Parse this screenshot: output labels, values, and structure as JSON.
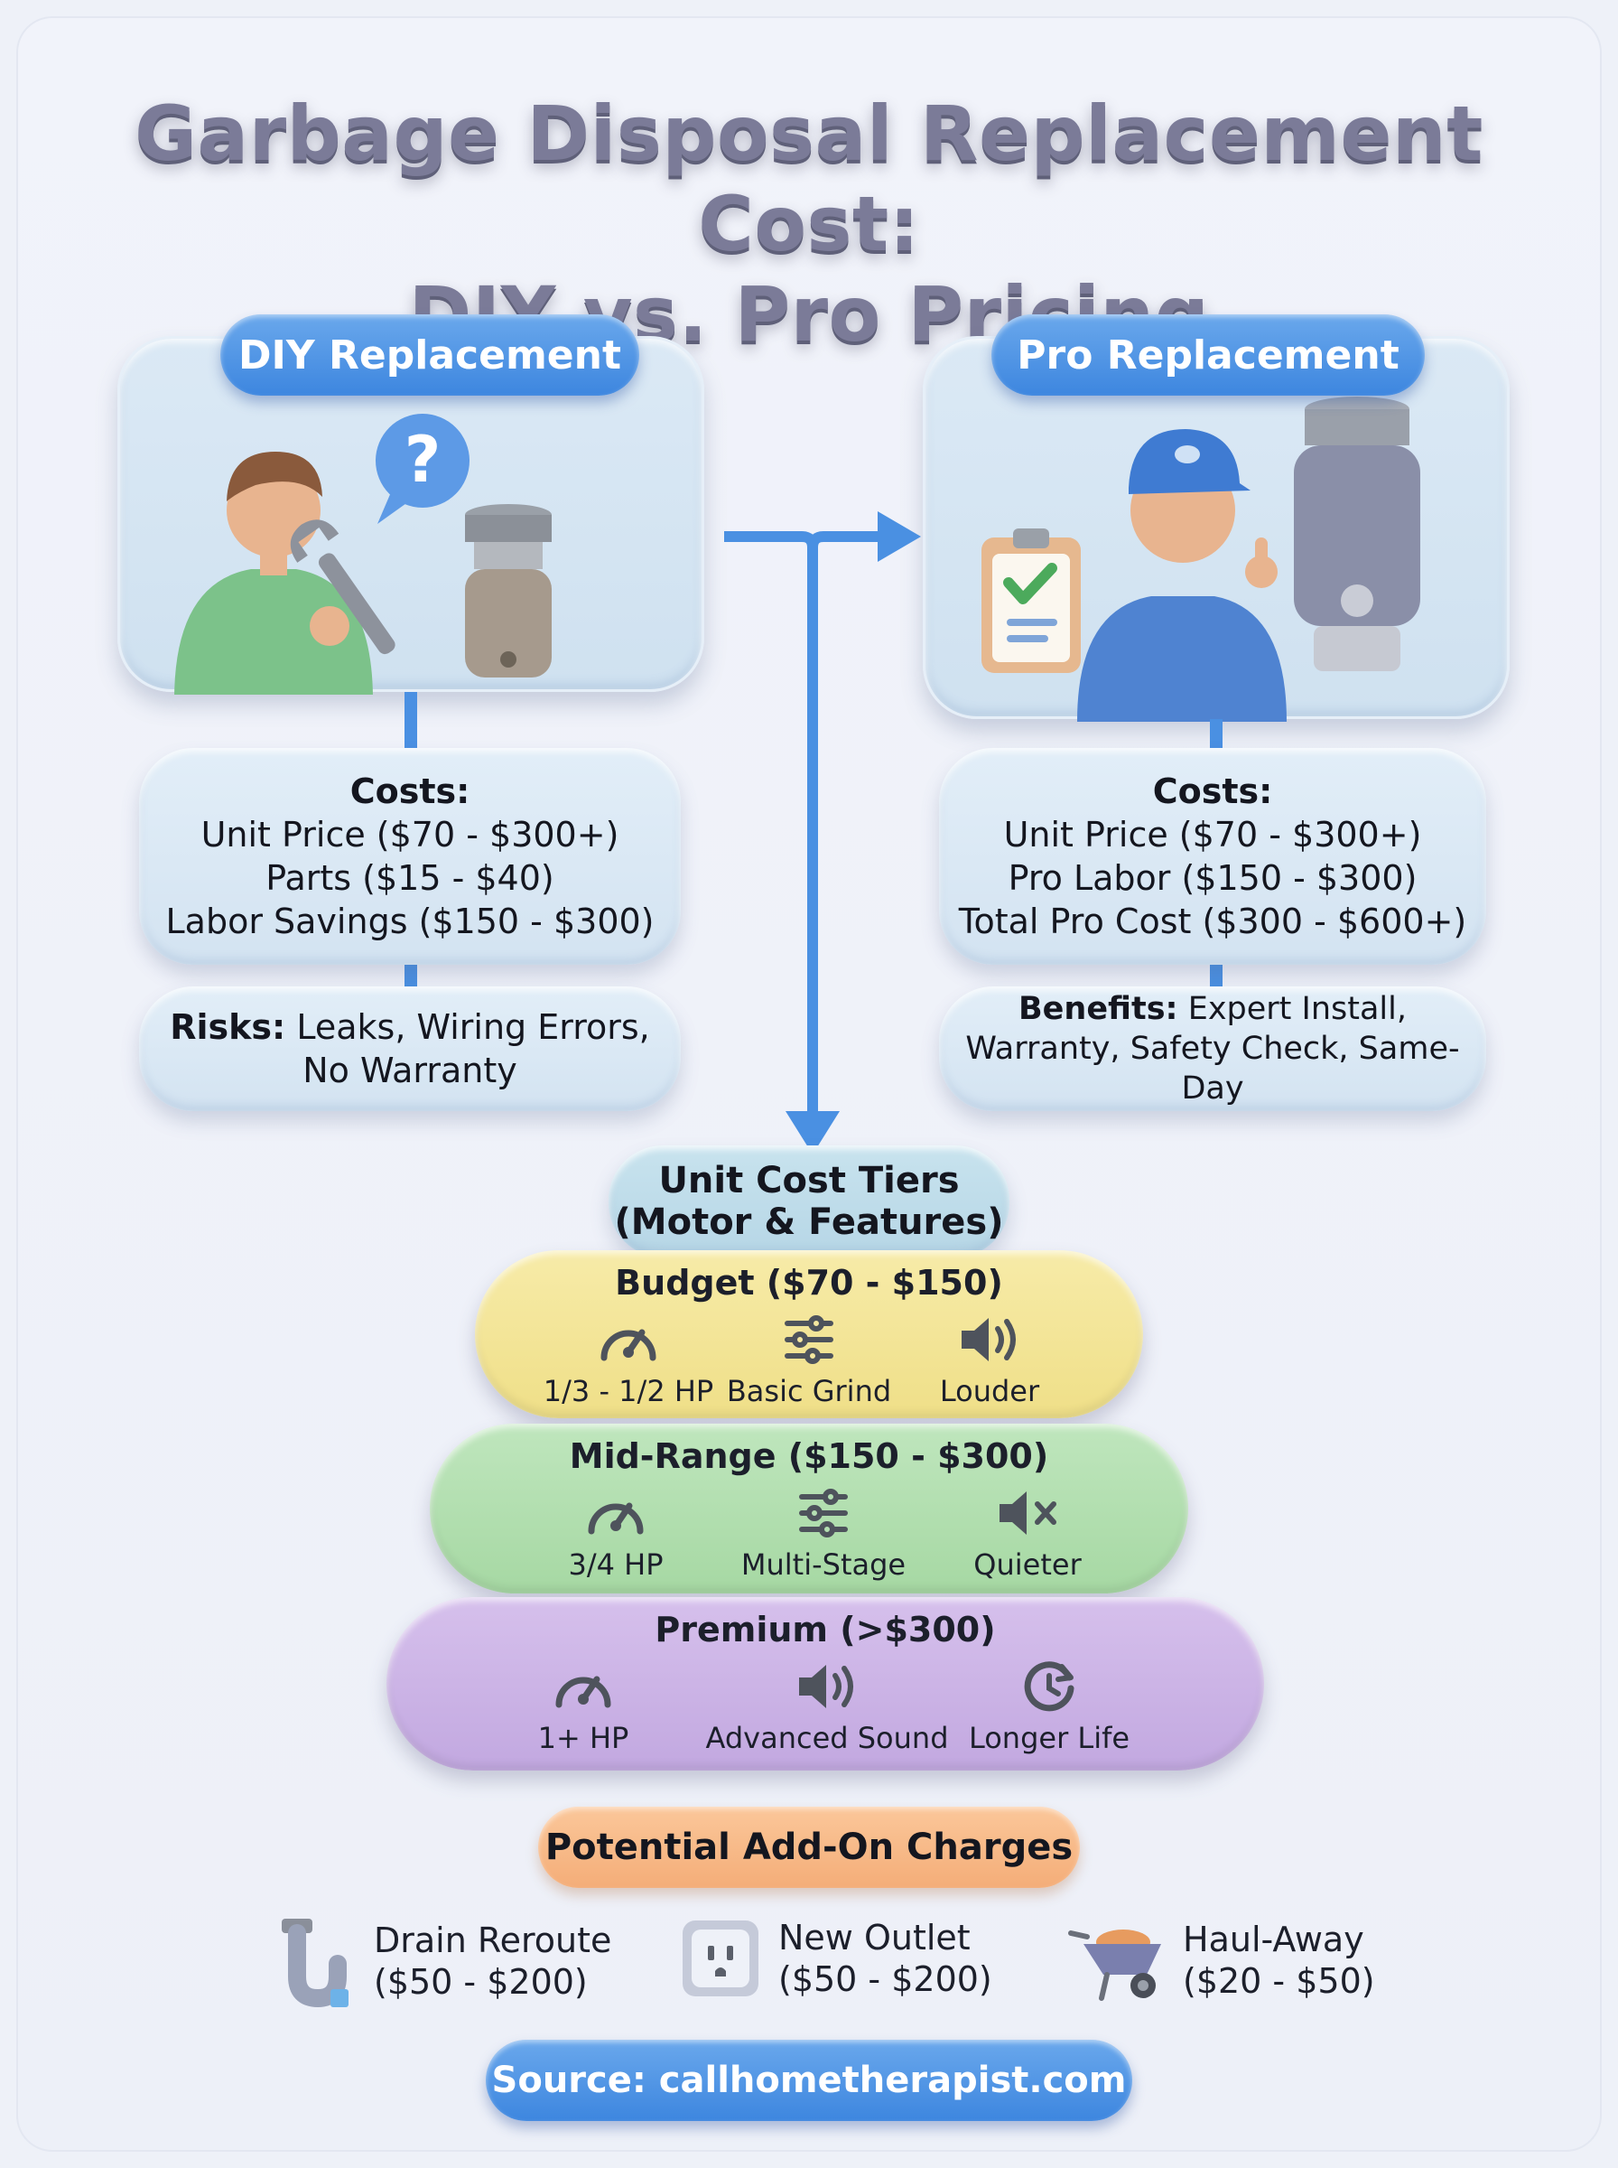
{
  "title": {
    "line1": "Garbage Disposal Replacement Cost:",
    "line2": "DIY vs. Pro Pricing"
  },
  "diy": {
    "header": "DIY Replacement",
    "costs_heading": "Costs:",
    "costs": [
      "Unit Price ($70 - $300+)",
      "Parts ($15 - $40)",
      "Labor Savings ($150 - $300)"
    ],
    "risks_label": "Risks:",
    "risks_line1": "Leaks, Wiring Errors,",
    "risks_line2": "No Warranty"
  },
  "pro": {
    "header": "Pro Replacement",
    "costs_heading": "Costs:",
    "costs": [
      "Unit Price ($70 - $300+)",
      "Pro Labor ($150 - $300)",
      "Total Pro Cost ($300 - $600+)"
    ],
    "benefits_label": "Benefits:",
    "benefits_line1": "Expert Install,",
    "benefits_line2": "Warranty, Safety Check, Same-Day"
  },
  "tiers": {
    "heading_line1": "Unit Cost Tiers",
    "heading_line2": "(Motor & Features)",
    "items": [
      {
        "title": "Budget ($70 - $150)",
        "color": "#f4e7a0",
        "features": [
          {
            "icon": "speedometer-icon",
            "label": "1/3 - 1/2 HP"
          },
          {
            "icon": "sliders-icon",
            "label": "Basic Grind"
          },
          {
            "icon": "speaker-loud-icon",
            "label": "Louder"
          }
        ]
      },
      {
        "title": "Mid-Range ($150 - $300)",
        "color": "#b4dfb2",
        "features": [
          {
            "icon": "speedometer-icon",
            "label": "3/4 HP"
          },
          {
            "icon": "sliders-icon",
            "label": "Multi-Stage"
          },
          {
            "icon": "speaker-mute-icon",
            "label": "Quieter"
          }
        ]
      },
      {
        "title": "Premium (>$300)",
        "color": "#cdb5e6",
        "features": [
          {
            "icon": "speedometer-icon",
            "label": "1+ HP"
          },
          {
            "icon": "speaker-loud-icon",
            "label": "Advanced Sound"
          },
          {
            "icon": "clock-icon",
            "label": "Longer Life"
          }
        ]
      }
    ]
  },
  "addons": {
    "heading": "Potential Add-On Charges",
    "items": [
      {
        "icon": "pipe-icon",
        "line1": "Drain Reroute",
        "line2": "($50 - $200)"
      },
      {
        "icon": "outlet-icon",
        "line1": "New Outlet",
        "line2": "($50 - $200)"
      },
      {
        "icon": "wheelbarrow-icon",
        "line1": "Haul-Away",
        "line2": "($20 - $50)"
      }
    ]
  },
  "source": "Source: callhometherapist.com"
}
